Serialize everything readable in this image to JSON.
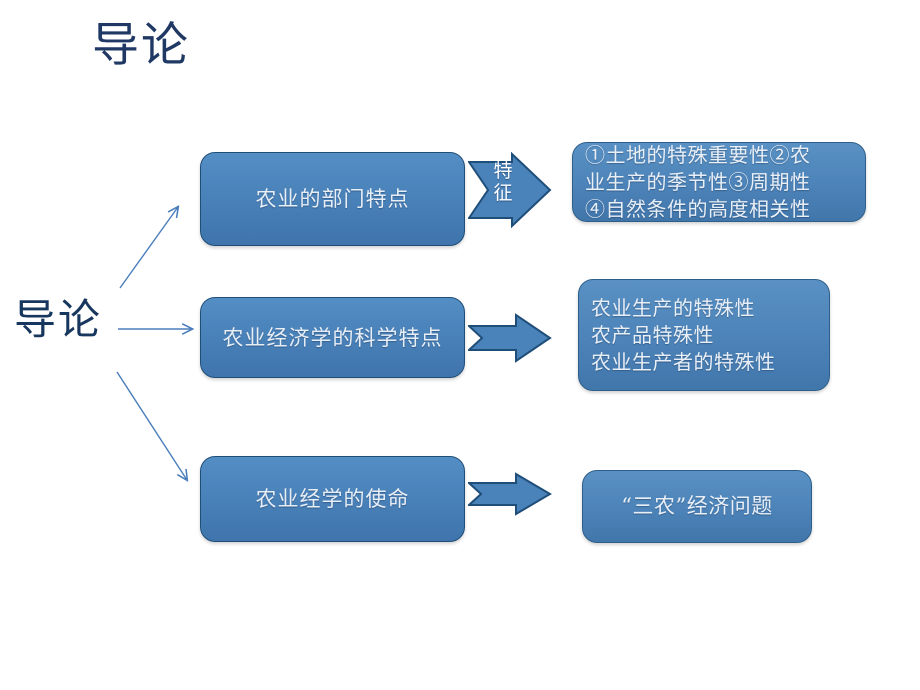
{
  "slide": {
    "title": "导论",
    "root_node": "导论",
    "accent_color": "#4a82ba",
    "border_color": "#1f4e79",
    "title_color": "#1f3864",
    "connector_color": "#4a7ebb"
  },
  "rows": [
    {
      "topic_label": "农业的部门特点",
      "arrow_label_chars": [
        "特",
        "征"
      ],
      "result_lines": [
        "①土地的特殊重要性②农",
        "业生产的季节性③周期性",
        "④自然条件的高度相关性"
      ]
    },
    {
      "topic_label": "农业经济学的科学特点",
      "arrow_label_chars": [],
      "result_lines": [
        "农业生产的特殊性",
        "农产品特殊性",
        "农业生产者的特殊性"
      ]
    },
    {
      "topic_label": "农业经学的使命",
      "arrow_label_chars": [],
      "result_lines": [
        "“三农”经济问题"
      ]
    }
  ]
}
